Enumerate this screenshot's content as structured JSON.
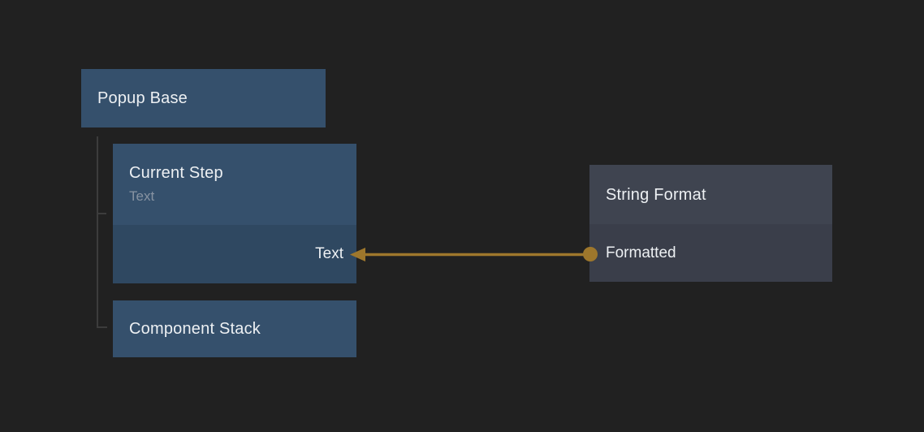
{
  "colors": {
    "background": "#212121",
    "node_blue_header": "#35506C",
    "node_blue_body": "#2F4861",
    "node_gray_header": "#3F4450",
    "node_gray_body": "#3A3E4A",
    "connection_gold": "#9E772C",
    "tree_guide": "#3C3C3C",
    "title_text": "#EDF0F3",
    "subtitle_text": "#8793A2"
  },
  "nodes": {
    "popup_base": {
      "title": "Popup Base"
    },
    "current_step": {
      "title": "Current Step",
      "subtitle": "Text",
      "input_port": "Text"
    },
    "component_stack": {
      "title": "Component Stack"
    },
    "string_format": {
      "title": "String Format",
      "output_port": "Formatted"
    }
  },
  "connection": {
    "from_node": "String Format",
    "from_port": "Formatted",
    "to_node": "Current Step",
    "to_port": "Text"
  }
}
